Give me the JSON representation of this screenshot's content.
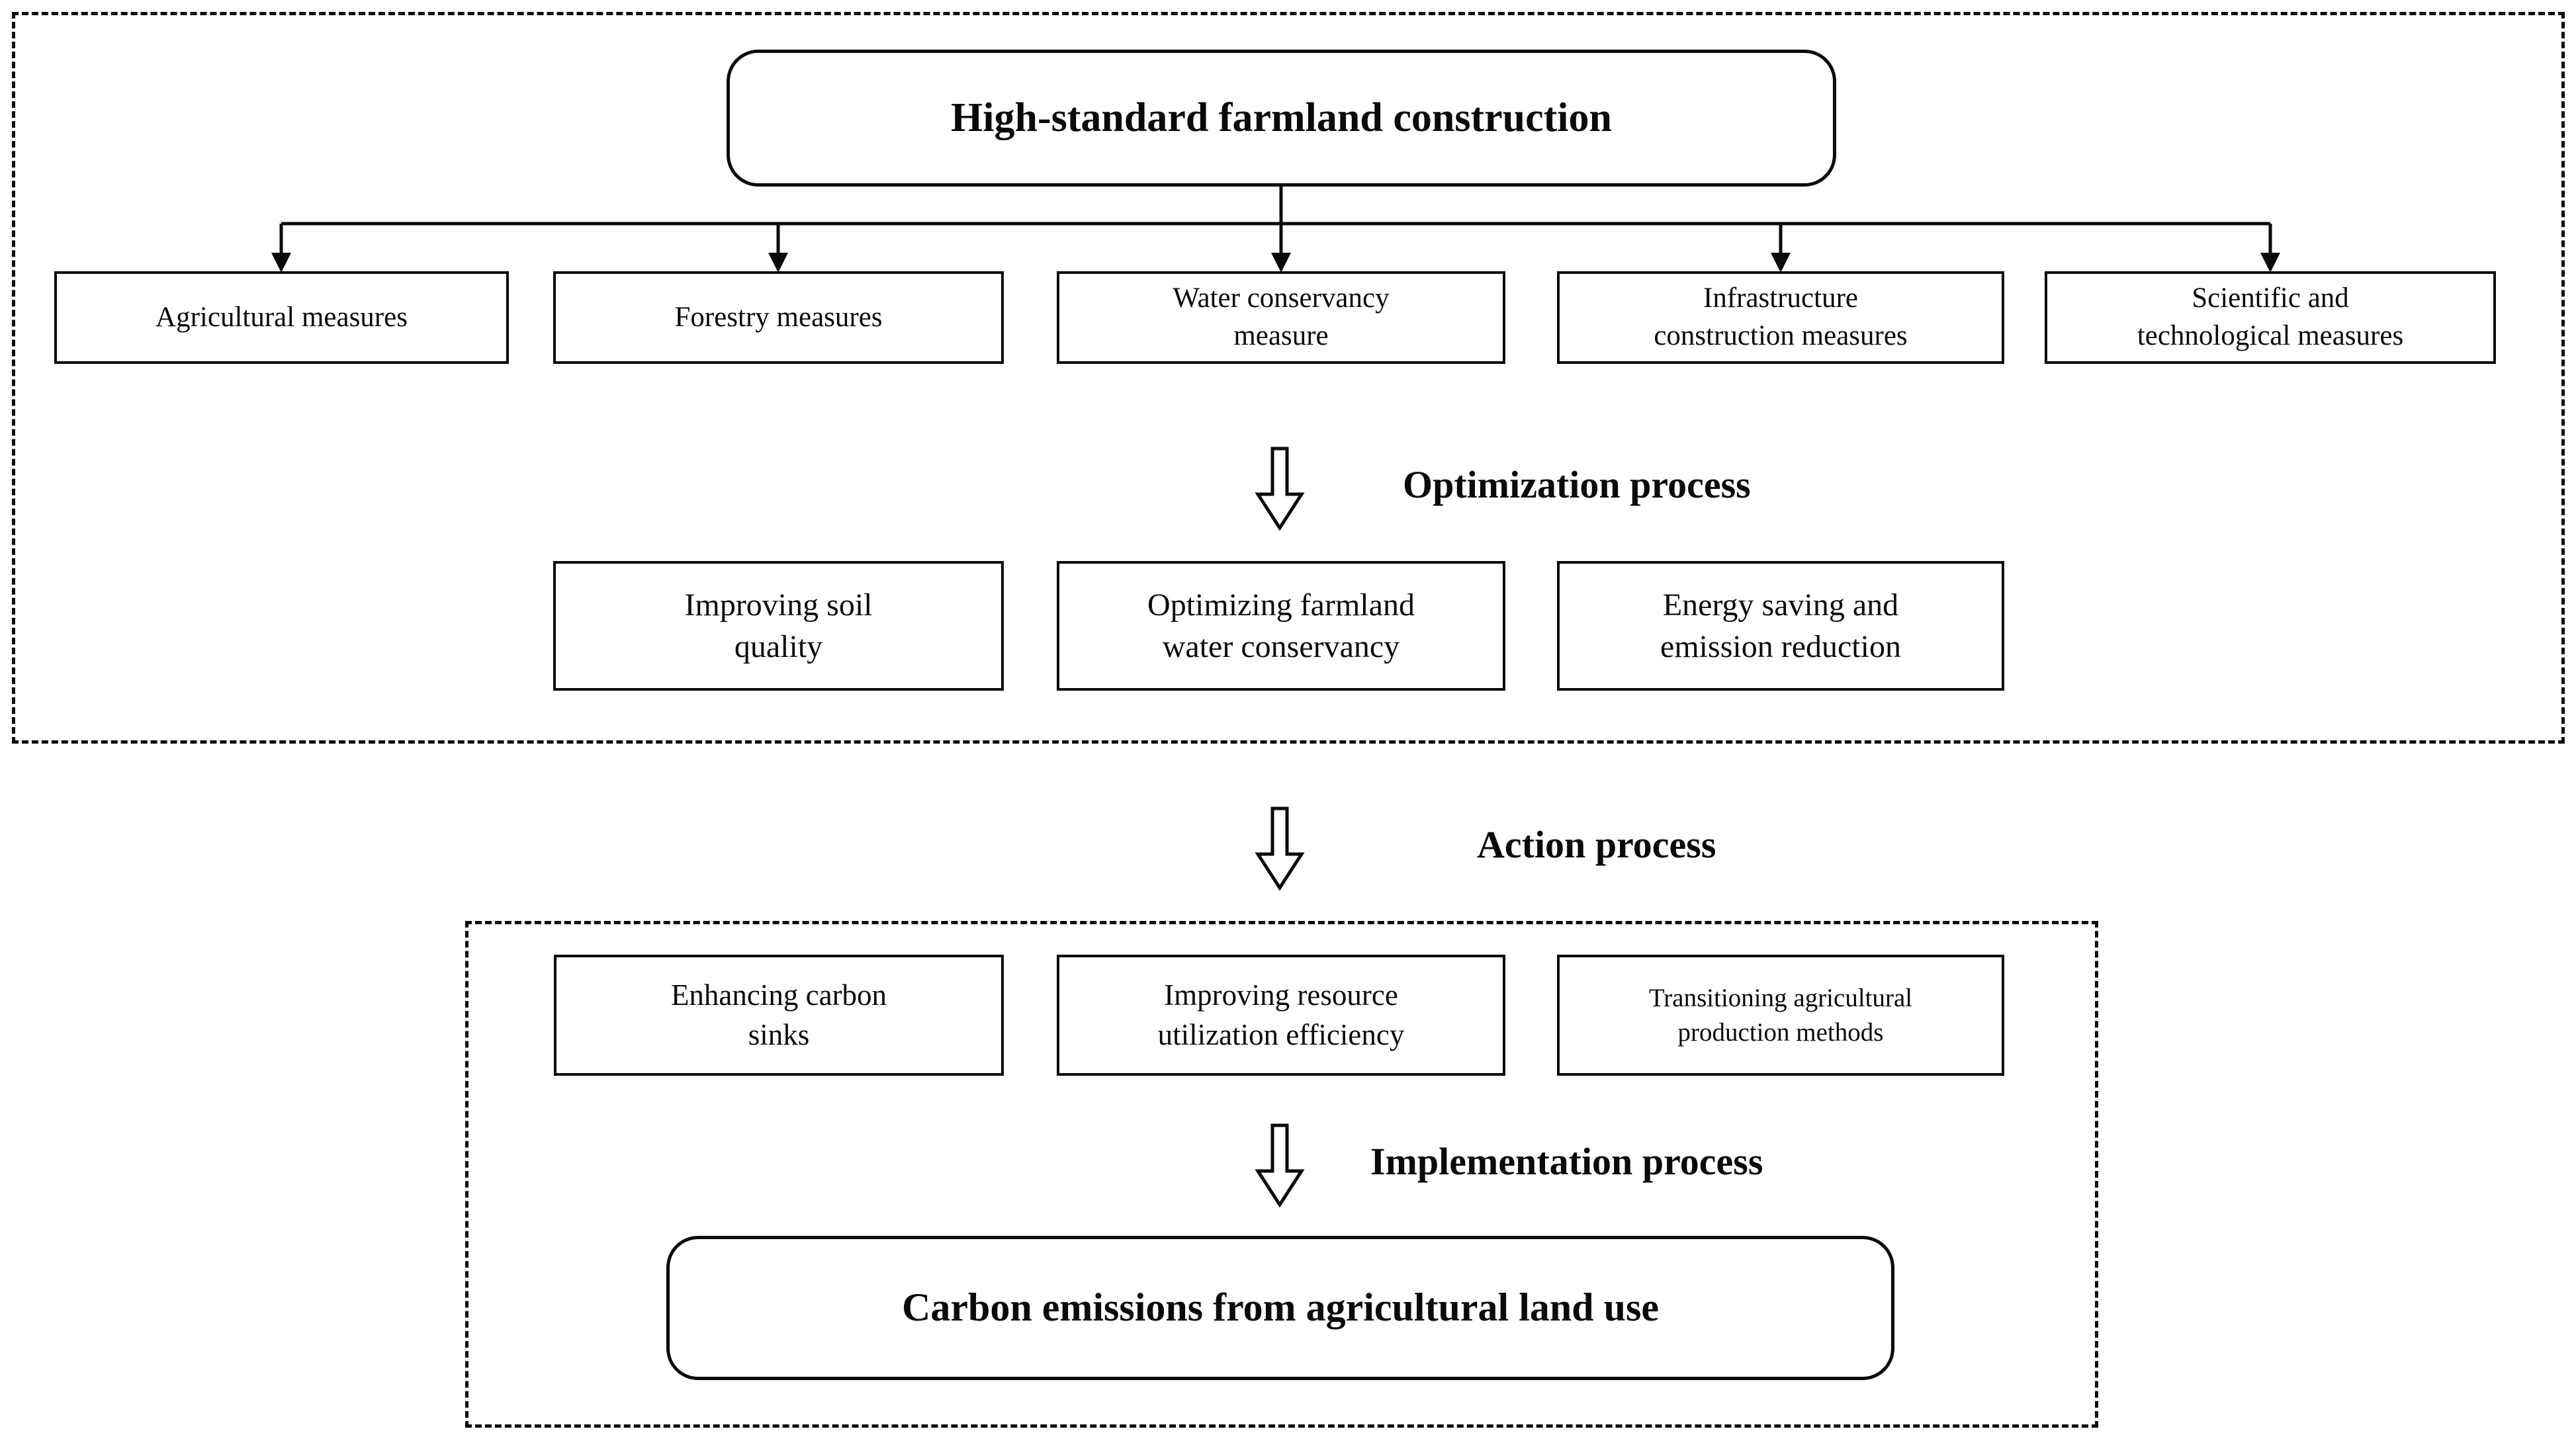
{
  "diagram": {
    "root": {
      "label": "High-standard farmland construction"
    },
    "measure_nodes": [
      {
        "label": "Agricultural measures"
      },
      {
        "label": "Forestry measures"
      },
      {
        "label": "Water conservancy\nmeasure"
      },
      {
        "label": "Infrastructure\nconstruction measures"
      },
      {
        "label": "Scientific and\ntechnological measures"
      }
    ],
    "optimization": {
      "process_label": "Optimization process",
      "outcomes": [
        {
          "label": "Improving soil\nquality"
        },
        {
          "label": "Optimizing farmland\nwater conservancy"
        },
        {
          "label": "Energy saving and\nemission reduction"
        }
      ]
    },
    "action": {
      "process_label": "Action process",
      "outcomes": [
        {
          "label": "Enhancing carbon\nsinks"
        },
        {
          "label": "Improving resource\nutilization efficiency"
        },
        {
          "label": "Transitioning agricultural\nproduction methods"
        }
      ]
    },
    "implementation": {
      "process_label": "Implementation process"
    },
    "result": {
      "label": "Carbon emissions from agricultural land use"
    },
    "colors": {
      "line": "#0a0a0a",
      "background": "#ffffff"
    }
  }
}
